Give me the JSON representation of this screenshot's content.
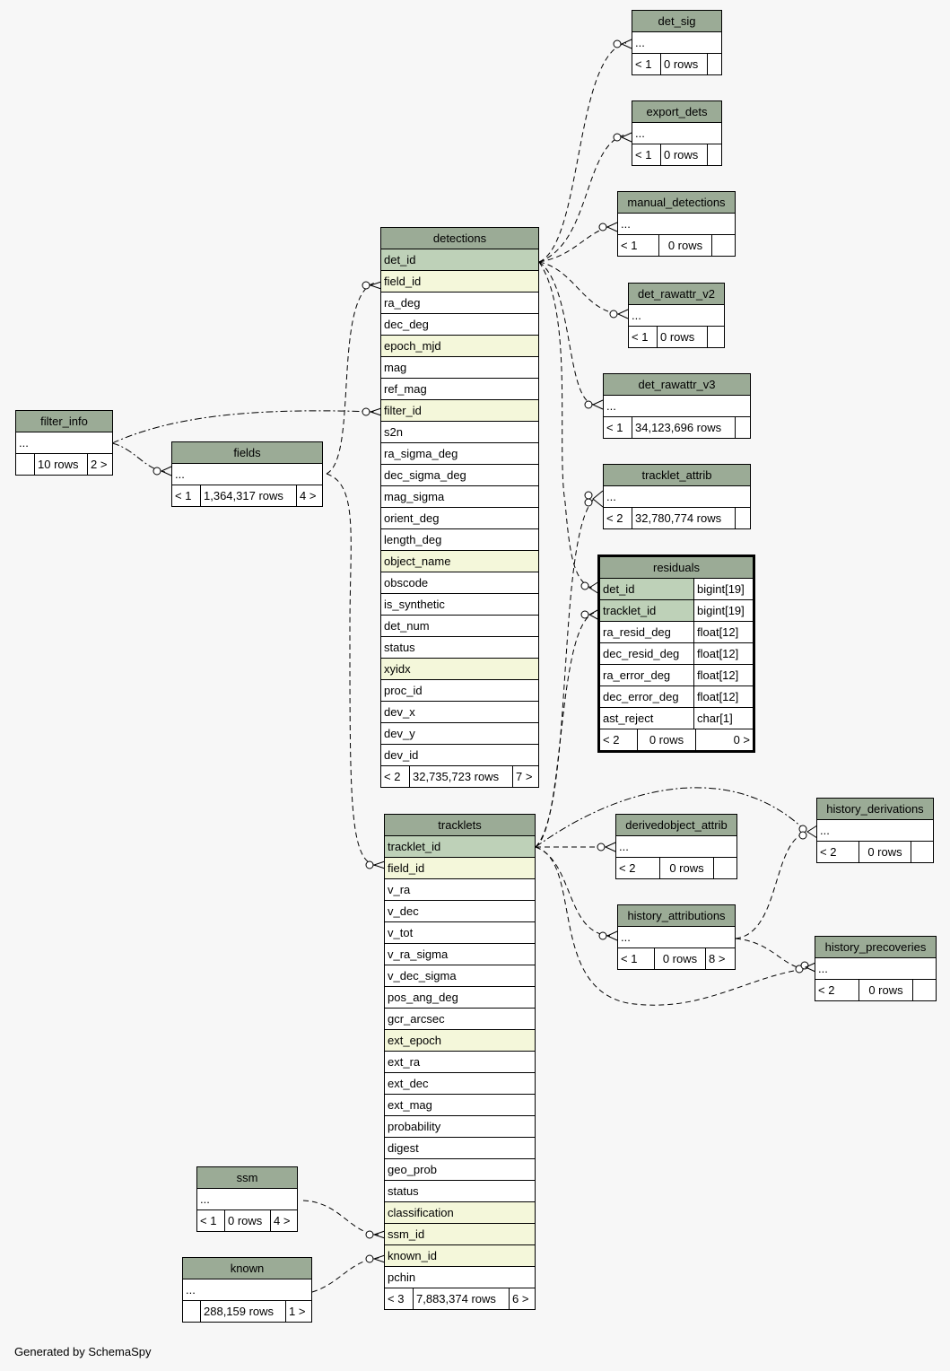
{
  "footer": {
    "credit": "Generated by SchemaSpy"
  },
  "tables": {
    "det_sig": {
      "name": "det_sig",
      "rows": [
        "..."
      ],
      "footer": [
        "< 1",
        "0 rows",
        ""
      ]
    },
    "export_dets": {
      "name": "export_dets",
      "rows": [
        "..."
      ],
      "footer": [
        "< 1",
        "0 rows",
        ""
      ]
    },
    "manual_detections": {
      "name": "manual_detections",
      "rows": [
        "..."
      ],
      "footer": [
        "< 1",
        "0 rows",
        ""
      ]
    },
    "det_rawattr_v2": {
      "name": "det_rawattr_v2",
      "rows": [
        "..."
      ],
      "footer": [
        "< 1",
        "0 rows",
        ""
      ]
    },
    "det_rawattr_v3": {
      "name": "det_rawattr_v3",
      "rows": [
        "..."
      ],
      "footer": [
        "< 1",
        "34,123,696 rows",
        ""
      ]
    },
    "tracklet_attrib": {
      "name": "tracklet_attrib",
      "rows": [
        "..."
      ],
      "footer": [
        "< 2",
        "32,780,774 rows",
        ""
      ]
    },
    "filter_info": {
      "name": "filter_info",
      "rows": [
        "..."
      ],
      "footer": [
        "",
        "10 rows",
        "2 >"
      ]
    },
    "fields": {
      "name": "fields",
      "rows": [
        "..."
      ],
      "footer": [
        "< 1",
        "1,364,317 rows",
        "4 >"
      ]
    },
    "detections": {
      "name": "detections",
      "columns": [
        "det_id",
        "field_id",
        "ra_deg",
        "dec_deg",
        "epoch_mjd",
        "mag",
        "ref_mag",
        "filter_id",
        "s2n",
        "ra_sigma_deg",
        "dec_sigma_deg",
        "mag_sigma",
        "orient_deg",
        "length_deg",
        "object_name",
        "obscode",
        "is_synthetic",
        "det_num",
        "status",
        "xyidx",
        "proc_id",
        "dev_x",
        "dev_y",
        "dev_id"
      ],
      "footer": [
        "< 2",
        "32,735,723 rows",
        "7 >"
      ]
    },
    "residuals": {
      "name": "residuals",
      "columns": [
        {
          "name": "det_id",
          "type": "bigint[19]"
        },
        {
          "name": "tracklet_id",
          "type": "bigint[19]"
        },
        {
          "name": "ra_resid_deg",
          "type": "float[12]"
        },
        {
          "name": "dec_resid_deg",
          "type": "float[12]"
        },
        {
          "name": "ra_error_deg",
          "type": "float[12]"
        },
        {
          "name": "dec_error_deg",
          "type": "float[12]"
        },
        {
          "name": "ast_reject",
          "type": "char[1]"
        }
      ],
      "footer": [
        "< 2",
        "0 rows",
        "0 >"
      ]
    },
    "tracklets": {
      "name": "tracklets",
      "columns": [
        "tracklet_id",
        "field_id",
        "v_ra",
        "v_dec",
        "v_tot",
        "v_ra_sigma",
        "v_dec_sigma",
        "pos_ang_deg",
        "gcr_arcsec",
        "ext_epoch",
        "ext_ra",
        "ext_dec",
        "ext_mag",
        "probability",
        "digest",
        "geo_prob",
        "status",
        "classification",
        "ssm_id",
        "known_id",
        "pchin"
      ],
      "footer": [
        "< 3",
        "7,883,374 rows",
        "6 >"
      ]
    },
    "derivedobject_attrib": {
      "name": "derivedobject_attrib",
      "rows": [
        "..."
      ],
      "footer": [
        "< 2",
        "0 rows",
        ""
      ]
    },
    "history_attributions": {
      "name": "history_attributions",
      "rows": [
        "..."
      ],
      "footer": [
        "< 1",
        "0 rows",
        "8 >"
      ]
    },
    "history_derivations": {
      "name": "history_derivations",
      "rows": [
        "..."
      ],
      "footer": [
        "< 2",
        "0 rows",
        ""
      ]
    },
    "history_precoveries": {
      "name": "history_precoveries",
      "rows": [
        "..."
      ],
      "footer": [
        "< 2",
        "0 rows",
        ""
      ]
    },
    "ssm": {
      "name": "ssm",
      "rows": [
        "..."
      ],
      "footer": [
        "< 1",
        "0 rows",
        "4 >"
      ]
    },
    "known": {
      "name": "known",
      "rows": [
        "..."
      ],
      "footer": [
        "",
        "288,159 rows",
        "1 >"
      ]
    }
  }
}
